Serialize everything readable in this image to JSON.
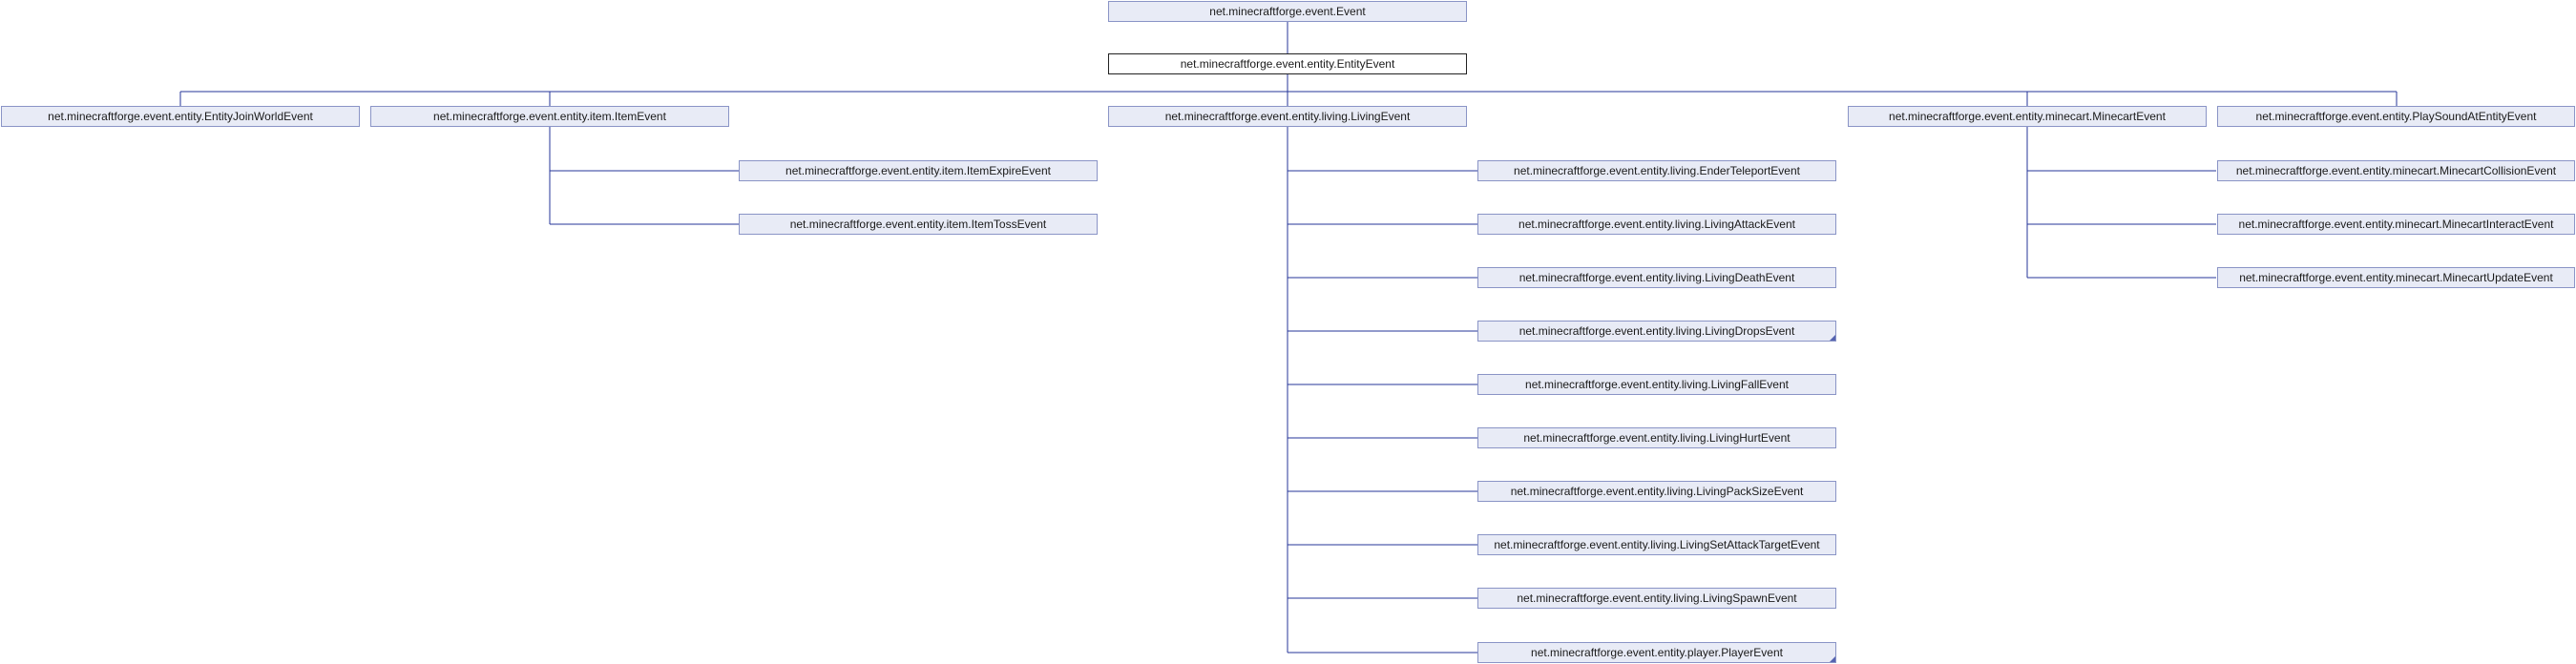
{
  "diagram": {
    "nodes": {
      "event": "net.minecraftforge.event.Event",
      "entity_event": "net.minecraftforge.event.entity.EntityEvent",
      "entity_join_world": "net.minecraftforge.event.entity.EntityJoinWorldEvent",
      "item_event": "net.minecraftforge.event.entity.item.ItemEvent",
      "living_event": "net.minecraftforge.event.entity.living.LivingEvent",
      "minecart_event": "net.minecraftforge.event.entity.minecart.MinecartEvent",
      "play_sound_at_entity": "net.minecraftforge.event.entity.PlaySoundAtEntityEvent",
      "item_expire": "net.minecraftforge.event.entity.item.ItemExpireEvent",
      "item_toss": "net.minecraftforge.event.entity.item.ItemTossEvent",
      "ender_teleport": "net.minecraftforge.event.entity.living.EnderTeleportEvent",
      "living_attack": "net.minecraftforge.event.entity.living.LivingAttackEvent",
      "living_death": "net.minecraftforge.event.entity.living.LivingDeathEvent",
      "living_drops": "net.minecraftforge.event.entity.living.LivingDropsEvent",
      "living_fall": "net.minecraftforge.event.entity.living.LivingFallEvent",
      "living_hurt": "net.minecraftforge.event.entity.living.LivingHurtEvent",
      "living_pack_size": "net.minecraftforge.event.entity.living.LivingPackSizeEvent",
      "living_set_attack_target": "net.minecraftforge.event.entity.living.LivingSetAttackTargetEvent",
      "living_spawn": "net.minecraftforge.event.entity.living.LivingSpawnEvent",
      "player_event": "net.minecraftforge.event.entity.player.PlayerEvent",
      "minecart_collision": "net.minecraftforge.event.entity.minecart.MinecartCollisionEvent",
      "minecart_interact": "net.minecraftforge.event.entity.minecart.MinecartInteractEvent",
      "minecart_update": "net.minecraftforge.event.entity.minecart.MinecartUpdateEvent"
    },
    "colors": {
      "edge": "#25359a",
      "node_fill": "#e8ebf6",
      "node_border": "#8a94c6",
      "current_fill": "#ffffff",
      "current_border": "#222222"
    }
  }
}
